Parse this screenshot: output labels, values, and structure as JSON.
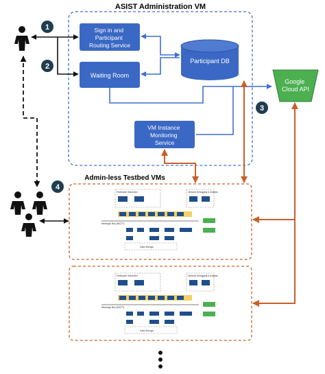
{
  "title": "ASIST Administration VM",
  "testbed_title": "Admin-less Testbed VMs",
  "boxes": {
    "signin": [
      "Sign in and",
      "Participant",
      "Routing Service"
    ],
    "waiting": [
      "Waiting Room"
    ],
    "db": [
      "Participant DB"
    ],
    "vm_monitor": [
      "VM Instance",
      "Monitoring",
      "Service"
    ],
    "google": [
      "Google",
      "Cloud API"
    ]
  },
  "steps": [
    "1",
    "2",
    "3",
    "4"
  ],
  "thumbnail": {
    "participant_interaction": "Participant Interaction",
    "optional": "Optional Debugging & Analysis",
    "message_bus": "Message Bus (MQTT)",
    "data_storage": "Data Storage"
  },
  "ellipsis": "⋮",
  "colors": {
    "blue_box": "#3a68c4",
    "blue_dash": "#3d6fd1",
    "orange": "#c8602a",
    "green": "#4caf50",
    "step_circle": "#1f3d4f"
  }
}
